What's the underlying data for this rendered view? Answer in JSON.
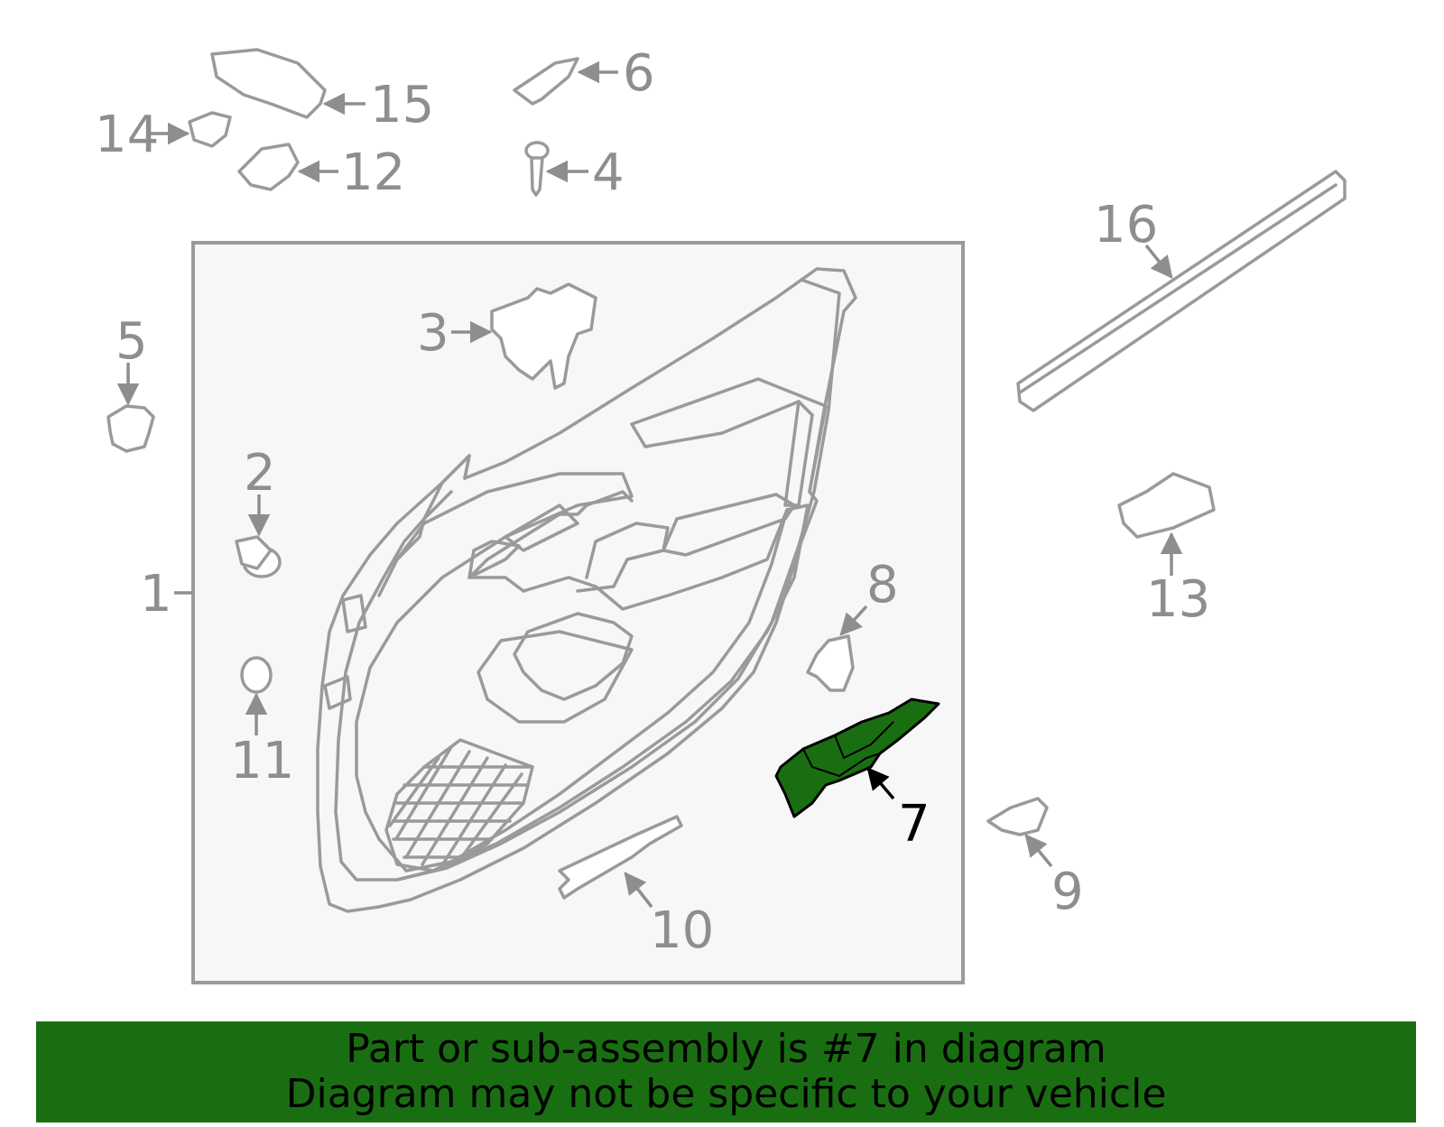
{
  "diagram": {
    "highlight_color": "#1a6e12",
    "part_color": "#9a9a9a",
    "panel_fill": "#f7f7f7",
    "labels": [
      {
        "id": "1",
        "text": "1"
      },
      {
        "id": "2",
        "text": "2"
      },
      {
        "id": "3",
        "text": "3"
      },
      {
        "id": "4",
        "text": "4"
      },
      {
        "id": "5",
        "text": "5"
      },
      {
        "id": "6",
        "text": "6"
      },
      {
        "id": "7",
        "text": "7",
        "highlighted": true
      },
      {
        "id": "8",
        "text": "8"
      },
      {
        "id": "9",
        "text": "9"
      },
      {
        "id": "10",
        "text": "10"
      },
      {
        "id": "11",
        "text": "11"
      },
      {
        "id": "12",
        "text": "12"
      },
      {
        "id": "13",
        "text": "13"
      },
      {
        "id": "14",
        "text": "14"
      },
      {
        "id": "15",
        "text": "15"
      },
      {
        "id": "16",
        "text": "16"
      }
    ]
  },
  "banner": {
    "line1": "Part or sub-assembly is #7 in diagram",
    "line2": "Diagram may not be specific to your vehicle",
    "background": "#1a6e12"
  }
}
